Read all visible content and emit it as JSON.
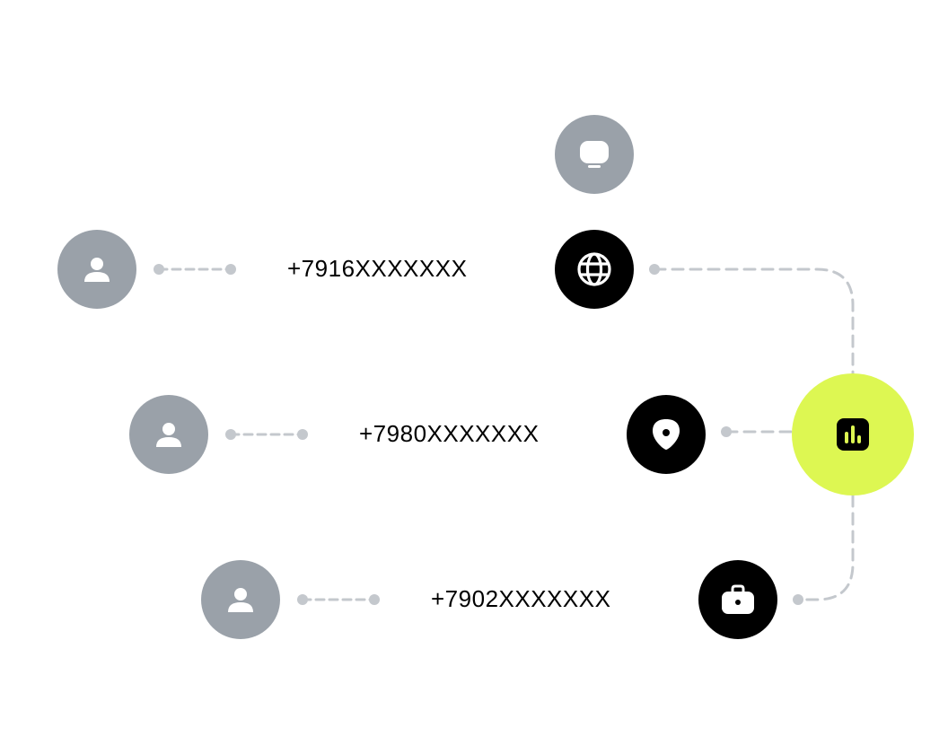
{
  "rows": [
    {
      "phone": "+7916XXXXXXX",
      "user_icon": "user-icon",
      "channel_icon": "globe-icon"
    },
    {
      "phone": "+7980XXXXXXX",
      "user_icon": "user-icon",
      "channel_icon": "location-pin-icon"
    },
    {
      "phone": "+7902XXXXXXX",
      "user_icon": "user-icon",
      "channel_icon": "briefcase-icon"
    }
  ],
  "top_icon": "monitor-icon",
  "hub_icon": "bar-chart-icon",
  "colors": {
    "user_node": "#9aa1a9",
    "channel_node": "#000000",
    "hub": "#ddf752",
    "connector": "#c4c8cd",
    "text": "#000000"
  }
}
